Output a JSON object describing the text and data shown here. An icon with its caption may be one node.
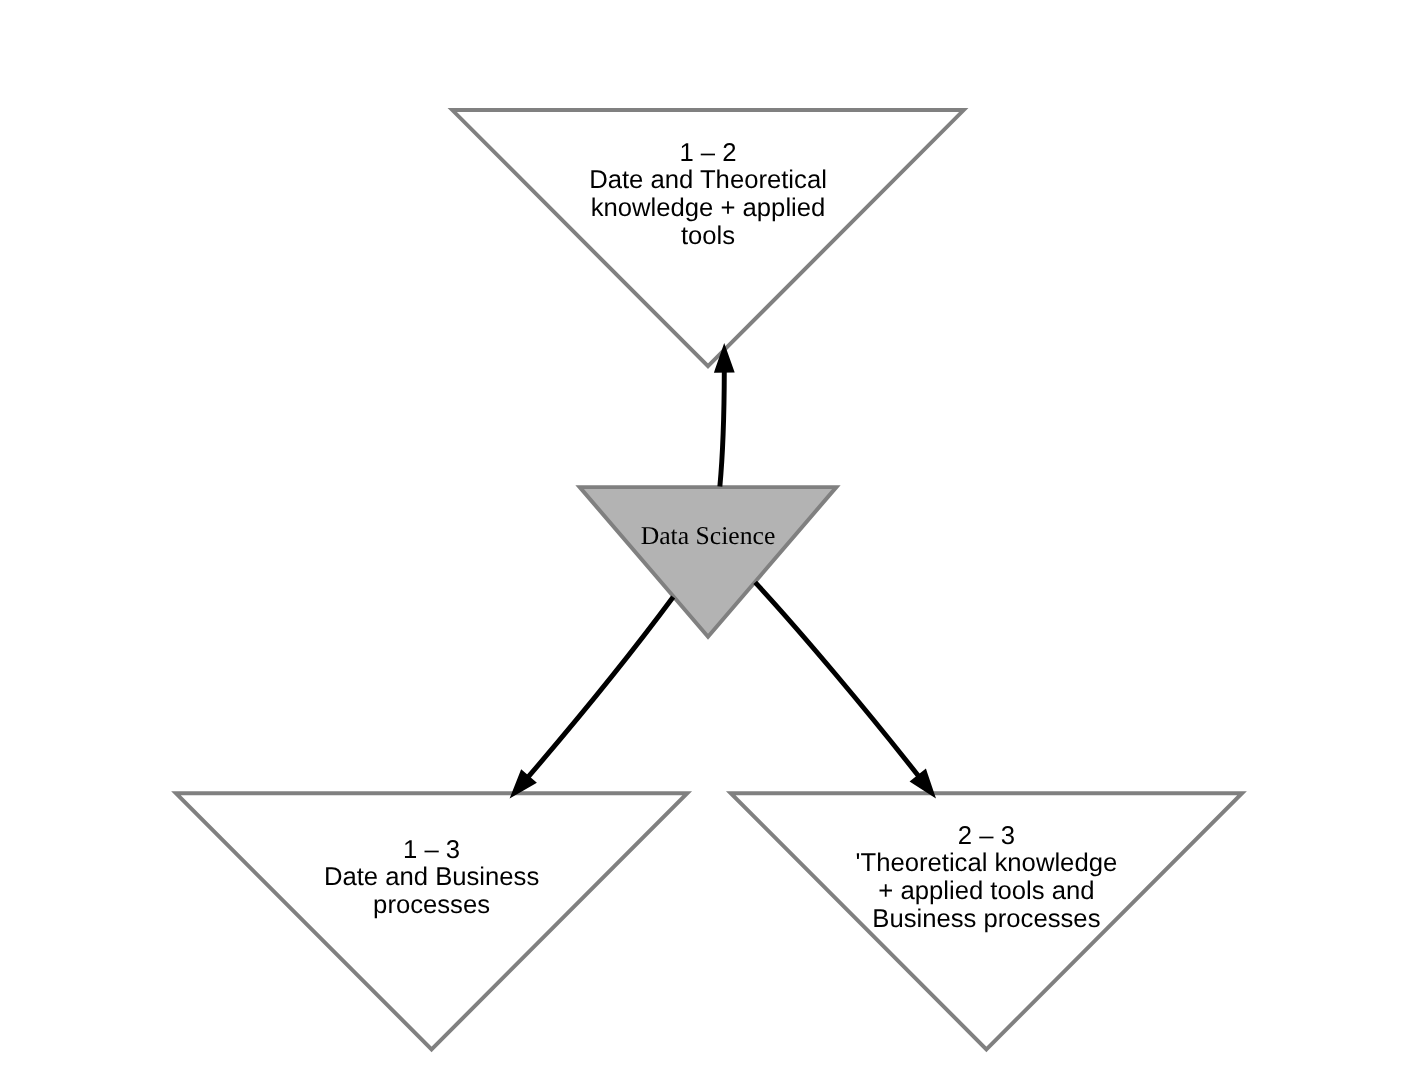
{
  "diagram": {
    "nodes": [
      {
        "text": [
          "1 – 2",
          "Date and Theoretical knowledge + applied tools"
        ]
      },
      {
        "text": [
          "Data Science"
        ]
      },
      {
        "text": [
          "1 – 3",
          "Date and Business processes"
        ]
      },
      {
        "text": [
          "2 – 3",
          "'Theoretical knowledge + applied tools and Business processes"
        ]
      }
    ],
    "edges": [
      {
        "from": 1,
        "to": 0,
        "arrow": "to"
      },
      {
        "from": 1,
        "to": 2,
        "arrow": "to"
      },
      {
        "from": 1,
        "to": 3,
        "arrow": "to"
      }
    ]
  }
}
